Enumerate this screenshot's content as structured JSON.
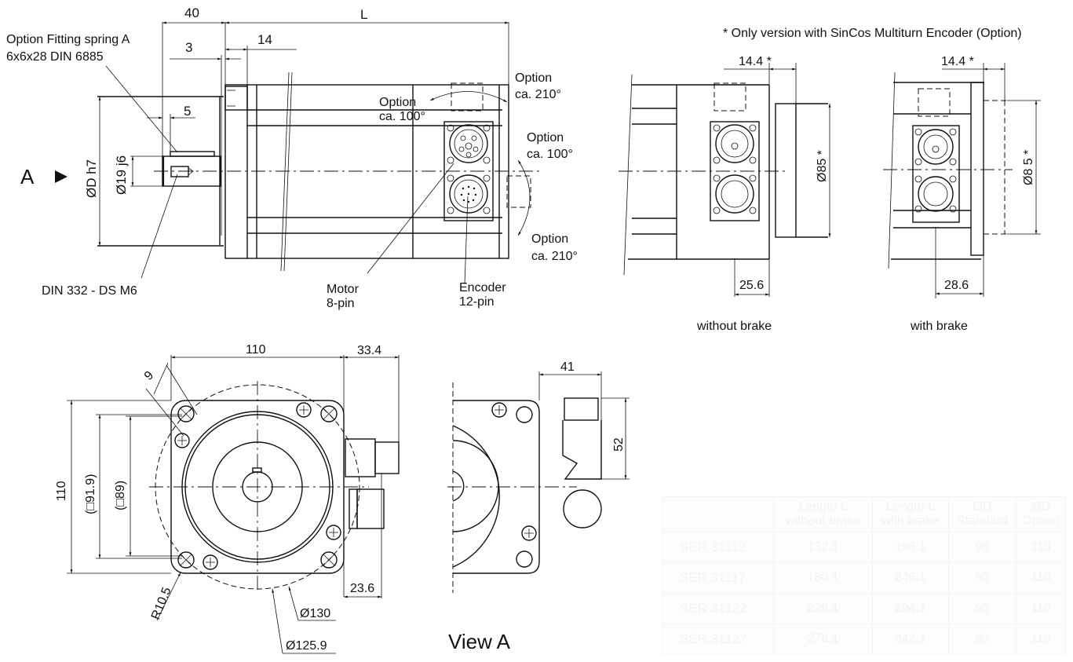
{
  "drawing": {
    "side_view": {
      "dim_flange_to_shaft_end": "40",
      "dim_length": "L",
      "dim_3": "3",
      "dim_14": "14",
      "dim_5": "5",
      "dim_centering_diameter": "ØD h7",
      "dim_shaft_diameter": "Ø19 j6",
      "view_marker": "A",
      "note_fitting_spring_line1": "Option Fitting spring A",
      "note_fitting_spring_line2": "6x6x28 DIN 6885",
      "note_center_hole": "DIN 332 - DS M6",
      "option_top_left_line1": "Option",
      "option_top_left_line2": "ca. 100°",
      "option_top_right_line1": "Option",
      "option_top_right_line2": "ca. 210°",
      "option_mid_line1": "Option",
      "option_mid_line2": "ca. 100°",
      "option_bottom_line1": "Option",
      "option_bottom_line2": "ca. 210°",
      "motor_connector_line1": "Motor",
      "motor_connector_line2": "8-pin",
      "encoder_connector_line1": "Encoder",
      "encoder_connector_line2": "12-pin"
    },
    "footnote": "* Only version with SinCos Multiturn Encoder (Option)",
    "rear_without_brake": {
      "dim_top": "14.4 *",
      "dim_diameter": "Ø85 *",
      "dim_bottom": "25.6",
      "caption": "without brake"
    },
    "rear_with_brake": {
      "dim_top": "14.4 *",
      "dim_diameter": "Ø8 5 *",
      "dim_bottom": "28.6",
      "caption": "with brake"
    },
    "front_view": {
      "dim_width": "110",
      "dim_connector_offset": "33.4",
      "dim_9": "9",
      "dim_height": "110",
      "dim_square_91_9": "(□91.9)",
      "dim_square_89": "(□89)",
      "dim_corner_radius": "R10.5",
      "dim_23_6": "23.6",
      "dim_bolt_circle": "Ø130",
      "dim_pilot": "Ø125.9"
    },
    "view_a": {
      "dim_41": "41",
      "dim_52": "52",
      "caption": "View A"
    }
  },
  "spec_table": {
    "headers": [
      {
        "line1": "",
        "line2": ""
      },
      {
        "line1": "Length L",
        "line2": "without brake"
      },
      {
        "line1": "Length L",
        "line2": "with brake"
      },
      {
        "line1": "ØD",
        "line2": "Standard"
      },
      {
        "line1": "ØD",
        "line2": "Option"
      }
    ],
    "rows": [
      {
        "model": "SER 31112",
        "length_without_brake": "132.1",
        "length_with_brake": "198.1",
        "od_standard": "95",
        "od_option": "110"
      },
      {
        "model": "SER 31117",
        "length_without_brake": "180.1",
        "length_with_brake": "246.1",
        "od_standard": "95",
        "od_option": "110"
      },
      {
        "model": "SER 31122",
        "length_without_brake": "228.1",
        "length_with_brake": "294.1",
        "od_standard": "95",
        "od_option": "110"
      },
      {
        "model": "SER 31127",
        "length_without_brake": "276.1",
        "length_with_brake": "342.1",
        "od_standard": "95",
        "od_option": "110"
      }
    ]
  }
}
